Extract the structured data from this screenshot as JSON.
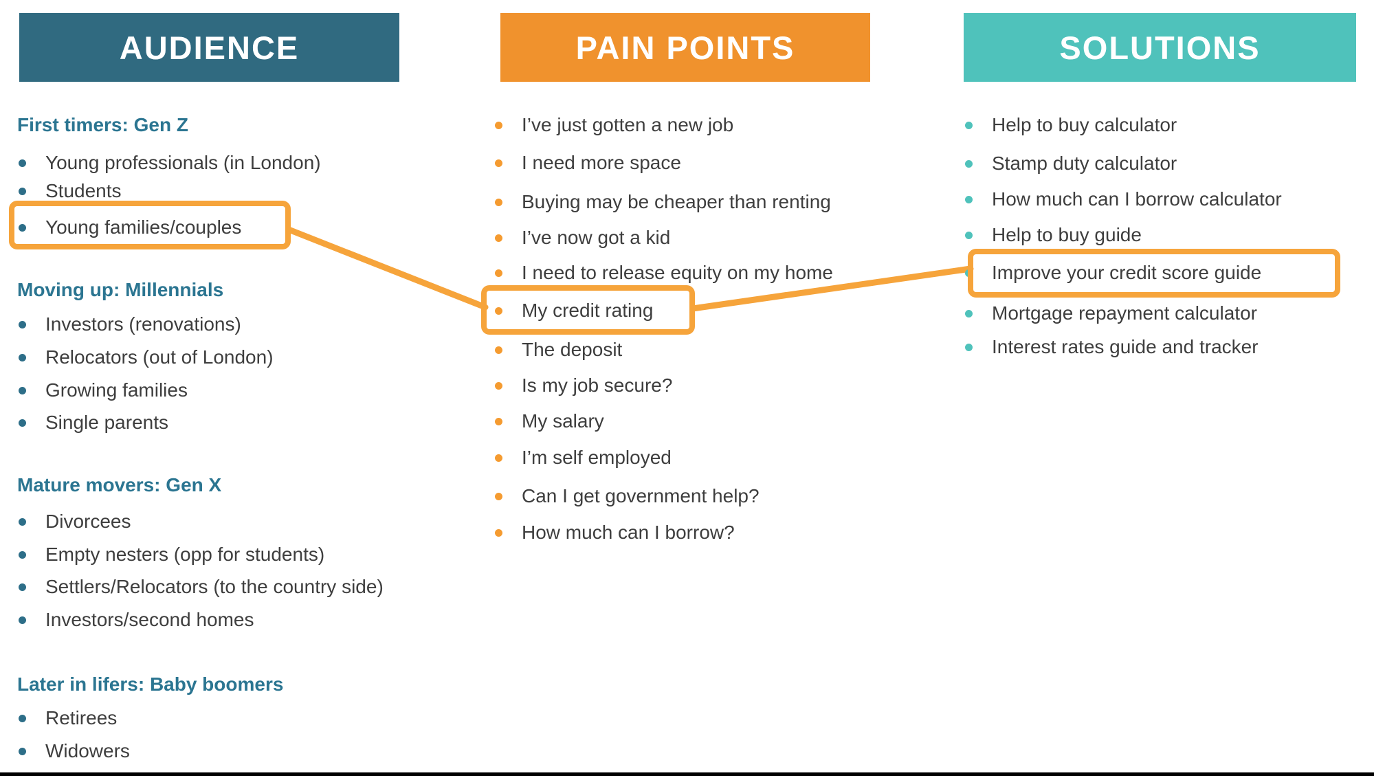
{
  "columns": {
    "audience": {
      "title": "AUDIENCE",
      "header_color": "#306A80",
      "bullet_color": "#2D6E88",
      "heading_color": "#2B7591",
      "groups": [
        {
          "heading": "First timers: Gen Z",
          "items": [
            "Young professionals (in London)",
            "Students",
            "Young families/couples"
          ]
        },
        {
          "heading": "Moving up: Millennials",
          "items": [
            "Investors (renovations)",
            "Relocators (out of London)",
            "Growing families",
            "Single parents"
          ]
        },
        {
          "heading": "Mature movers: Gen X",
          "items": [
            "Divorcees",
            "Empty nesters (opp for students)",
            "Settlers/Relocators (to the country side)",
            "Investors/second homes"
          ]
        },
        {
          "heading": "Later in lifers: Baby boomers",
          "items": [
            "Retirees",
            "Widowers"
          ]
        }
      ]
    },
    "pain_points": {
      "title": "PAIN POINTS",
      "header_color": "#F0922D",
      "bullet_color": "#F59B30",
      "items": [
        "I’ve just gotten a new job",
        "I need more space",
        "Buying may be cheaper than renting",
        "I’ve now got a kid",
        "I need to release equity on my home",
        "My credit rating",
        "The deposit",
        "Is my job secure?",
        "My salary",
        "I’m self employed",
        "Can I get government help?",
        "How much can I borrow?"
      ]
    },
    "solutions": {
      "title": "SOLUTIONS",
      "header_color": "#4FC2BB",
      "bullet_color": "#4FC2BB",
      "items": [
        "Help to buy calculator",
        "Stamp duty calculator",
        "How much can I borrow calculator",
        "Help to buy guide",
        "Improve your credit score guide",
        "Mortgage repayment calculator",
        "Interest rates guide and tracker"
      ]
    }
  },
  "highlights": {
    "color": "#F6A43B",
    "audience_item": "Young families/couples",
    "pain_item": "My credit rating",
    "solution_item": "Improve your credit score guide",
    "connections": [
      {
        "from": "Young families/couples",
        "to": "My credit rating"
      },
      {
        "from": "My credit rating",
        "to": "Improve your credit score guide"
      }
    ]
  },
  "colors": {
    "body_text": "#3E3E3E",
    "bottom_rule": "#000000",
    "background": "#FFFFFF"
  }
}
